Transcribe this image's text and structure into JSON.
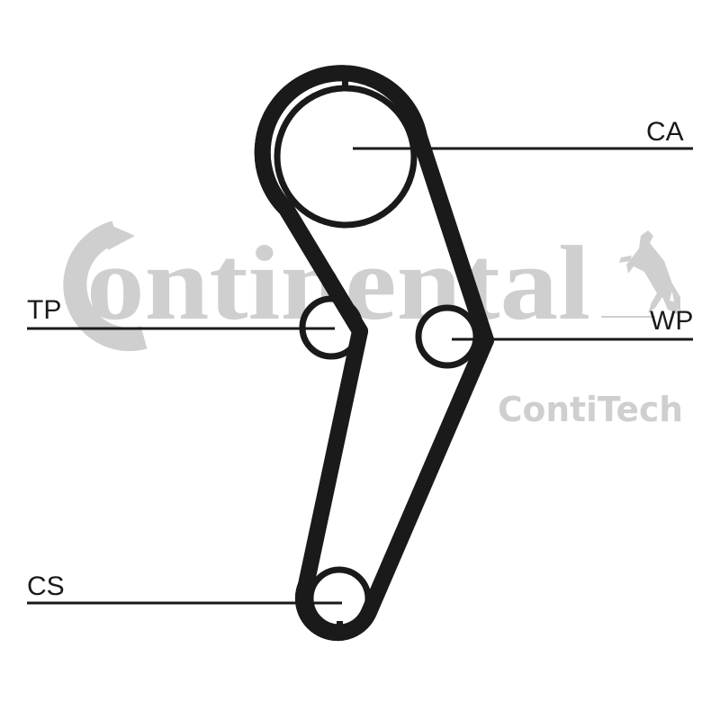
{
  "diagram": {
    "type": "timing-belt-routing",
    "colors": {
      "belt": "#1a1a1a",
      "pulley": "#1a1a1a",
      "leader_line": "#1a1a1a",
      "label_text": "#1a1a1a",
      "watermark": "#cfcfcf",
      "background": "#ffffff"
    },
    "watermark": {
      "brand": "Continental",
      "brand_first_letter": "C",
      "brand_rest": "ontinental",
      "sub_brand": "ContiTech",
      "logo_icon": "rearing-horse-icon"
    },
    "components": [
      {
        "id": "CA",
        "label": "CA",
        "name": "camshaft-pulley",
        "has_timing_mark": true
      },
      {
        "id": "TP",
        "label": "TP",
        "name": "tensioner-pulley",
        "has_timing_mark": false
      },
      {
        "id": "WP",
        "label": "WP",
        "name": "water-pump-pulley",
        "has_timing_mark": false
      },
      {
        "id": "CS",
        "label": "CS",
        "name": "crankshaft-pulley",
        "has_timing_mark": true
      }
    ]
  }
}
